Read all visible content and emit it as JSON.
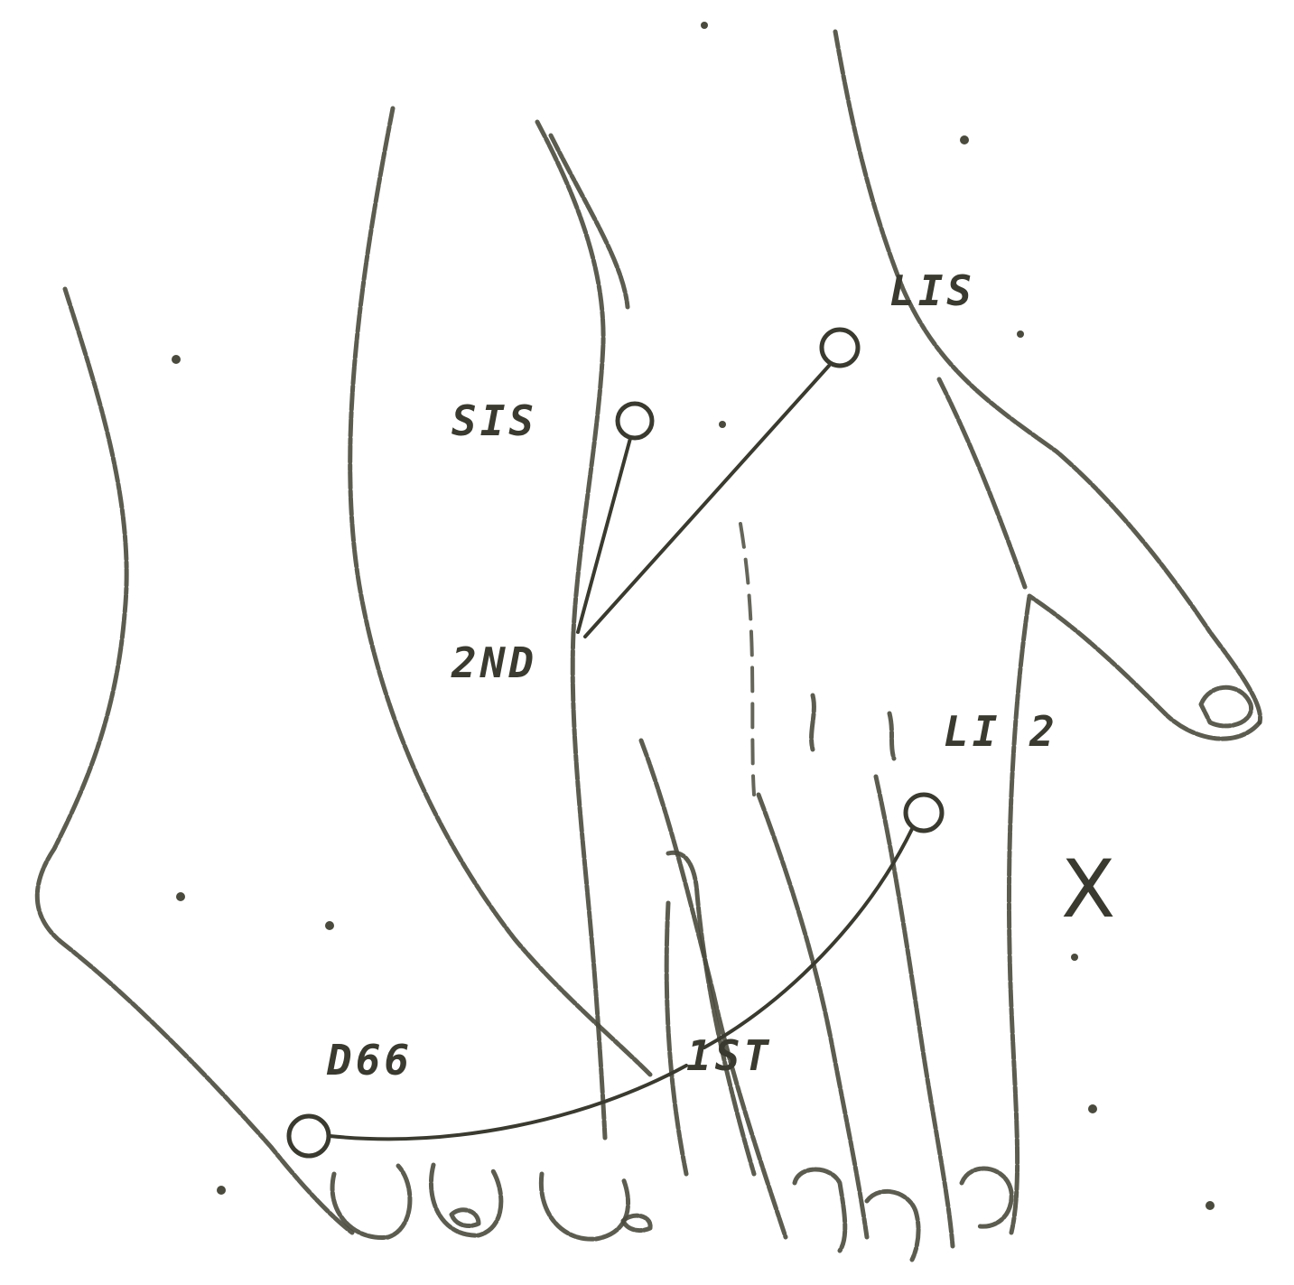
{
  "diagram": {
    "figure_letter": "X",
    "points": [
      {
        "id": "lis",
        "label": "LIS"
      },
      {
        "id": "sis",
        "label": "SIS"
      },
      {
        "id": "2nd",
        "label": "2ND"
      },
      {
        "id": "li2",
        "label": "LI 2"
      },
      {
        "id": "1st",
        "label": "1ST"
      },
      {
        "id": "d66",
        "label": "D66"
      }
    ]
  }
}
